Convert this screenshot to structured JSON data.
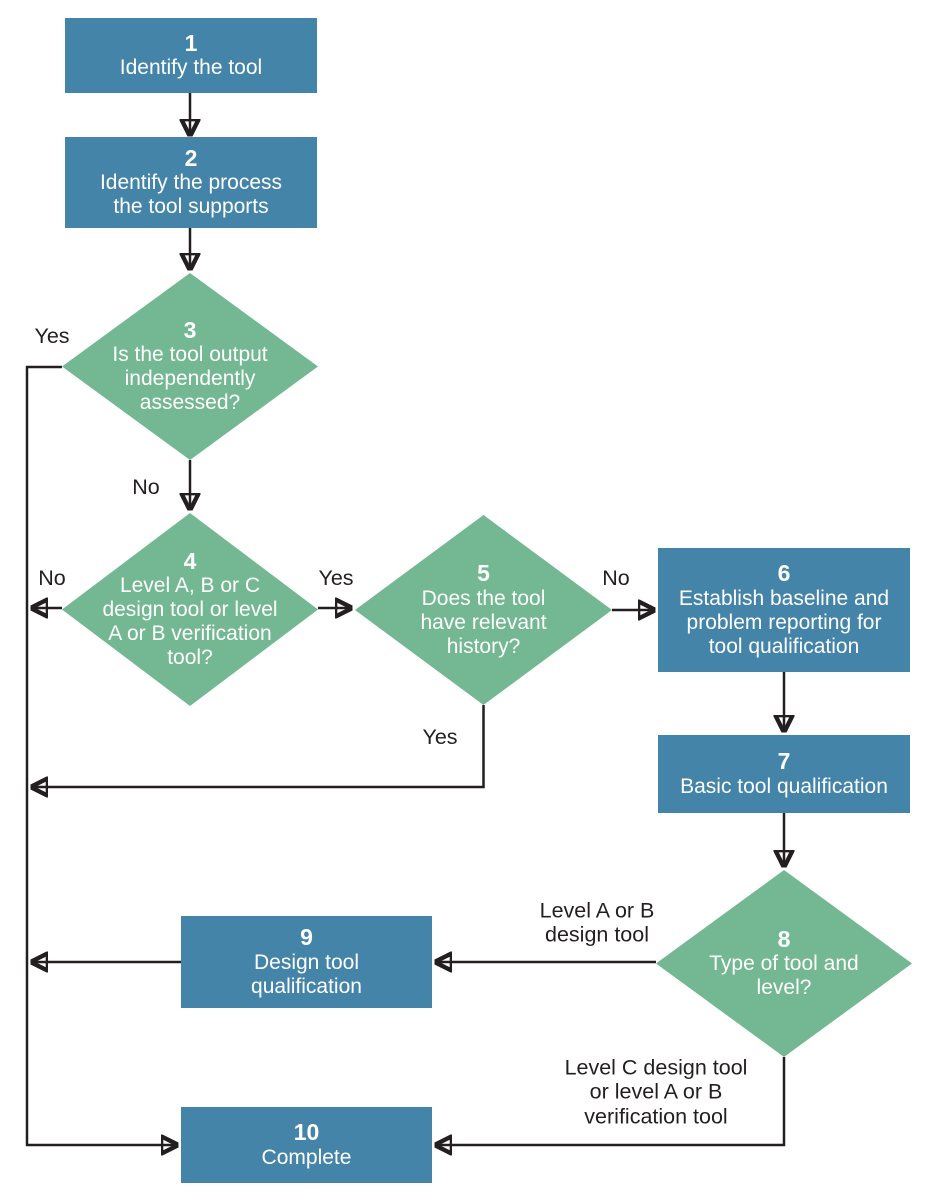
{
  "colors": {
    "process_fill": "#4484a8",
    "decision_fill": "#73b892",
    "node_text": "#ffffff",
    "connector": "#231f20",
    "edge_label_text": "#231f20",
    "background": "#ffffff"
  },
  "nodes": [
    {
      "number": "1",
      "label": "Identify the tool",
      "type": "process"
    },
    {
      "number": "2",
      "label": "Identify the process\nthe tool supports",
      "type": "process"
    },
    {
      "number": "3",
      "label": "Is the tool output\nindependently\nassessed?",
      "type": "decision"
    },
    {
      "number": "4",
      "label": "Level A, B or C\ndesign tool or level\nA or B verification\ntool?",
      "type": "decision"
    },
    {
      "number": "5",
      "label": "Does the tool\nhave relevant\nhistory?",
      "type": "decision"
    },
    {
      "number": "6",
      "label": "Establish baseline and\nproblem reporting for\ntool qualification",
      "type": "process"
    },
    {
      "number": "7",
      "label": "Basic tool qualification",
      "type": "process"
    },
    {
      "number": "8",
      "label": "Type of tool and\nlevel?",
      "type": "decision"
    },
    {
      "number": "9",
      "label": "Design tool\nqualification",
      "type": "process"
    },
    {
      "number": "10",
      "label": "Complete",
      "type": "process"
    }
  ],
  "edge_labels": {
    "decision3_yes": "Yes",
    "decision3_no": "No",
    "decision4_no": "No",
    "decision4_yes": "Yes",
    "decision5_no": "No",
    "decision5_yes": "Yes",
    "decision8_left": "Level A or B\ndesign tool",
    "decision8_down": "Level C design tool\nor level A or B\nverification tool"
  }
}
